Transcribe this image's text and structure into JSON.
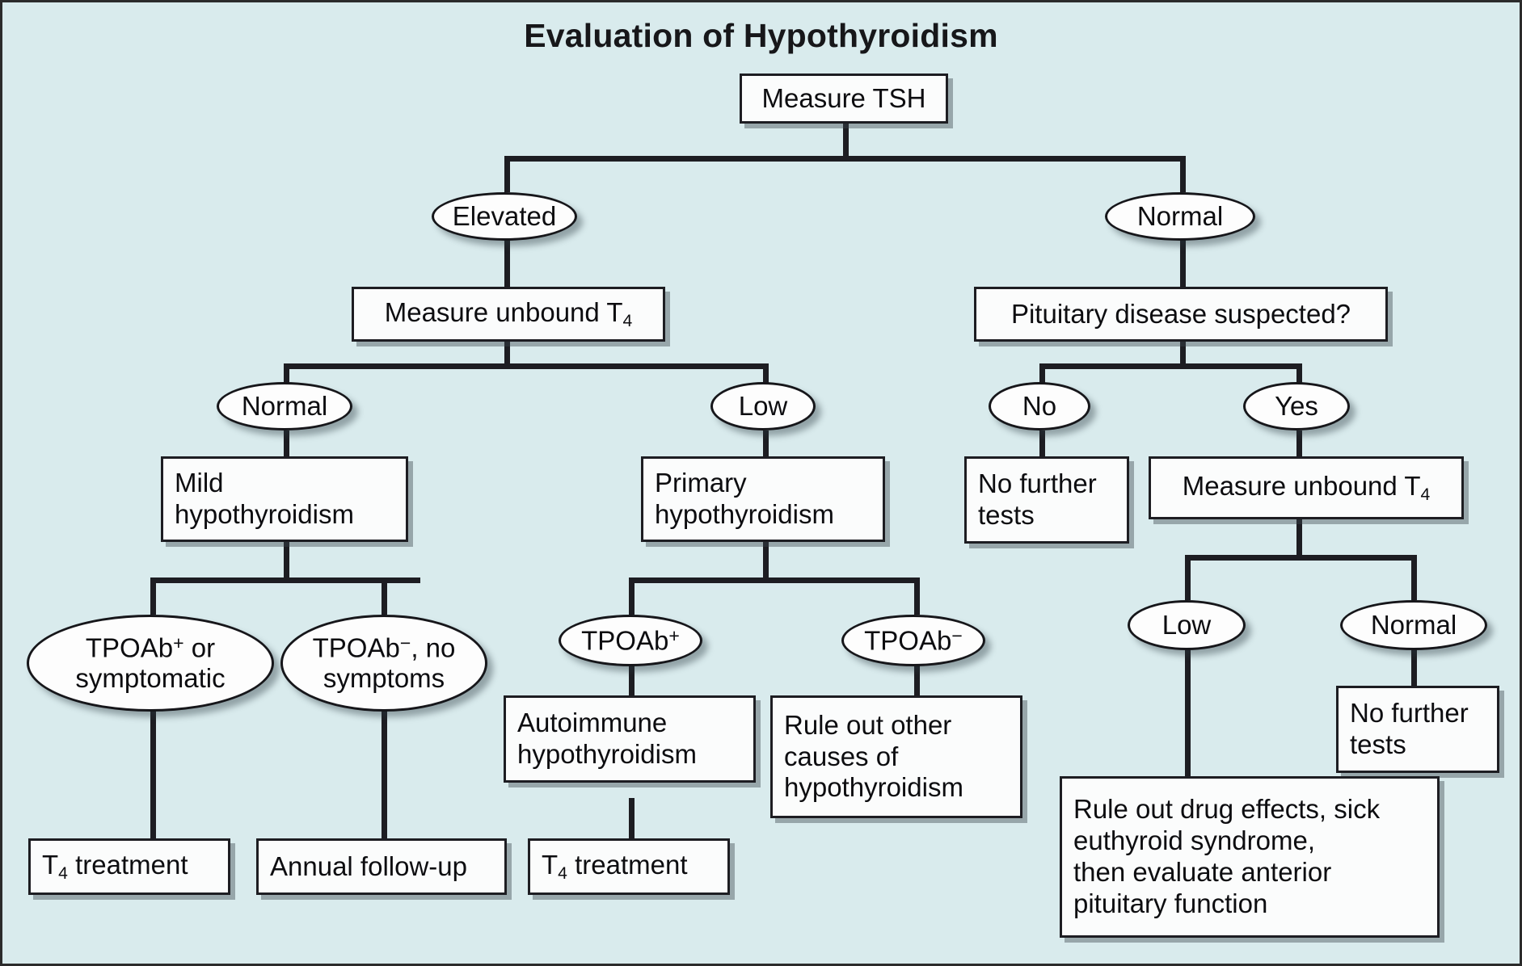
{
  "title": "Evaluation of Hypothyroidism",
  "colors": {
    "background": "#d9ebed",
    "node_fill": "#fbfcfc",
    "stroke": "#1d1d22",
    "text": "#0d0d10"
  },
  "chart_data": {
    "type": "diagram",
    "diagram_type": "decision-tree-flowchart",
    "title": "Evaluation of Hypothyroidism",
    "nodes": [
      {
        "id": "measure-tsh",
        "shape": "box",
        "label": "Measure TSH"
      },
      {
        "id": "elevated",
        "shape": "ellipse",
        "label": "Elevated"
      },
      {
        "id": "normal-tsh",
        "shape": "ellipse",
        "label": "Normal"
      },
      {
        "id": "measure-unbound-t4-left",
        "shape": "box",
        "label": "Measure unbound T4"
      },
      {
        "id": "pituitary-disease-suspected",
        "shape": "box",
        "label": "Pituitary disease suspected?"
      },
      {
        "id": "normal-t4",
        "shape": "ellipse",
        "label": "Normal"
      },
      {
        "id": "low-t4",
        "shape": "ellipse",
        "label": "Low"
      },
      {
        "id": "no",
        "shape": "ellipse",
        "label": "No"
      },
      {
        "id": "yes",
        "shape": "ellipse",
        "label": "Yes"
      },
      {
        "id": "mild-hypothyroidism",
        "shape": "box",
        "label": "Mild hypothyroidism"
      },
      {
        "id": "primary-hypothyroidism",
        "shape": "box",
        "label": "Primary hypothyroidism"
      },
      {
        "id": "no-further-tests-1",
        "shape": "box",
        "label": "No further tests"
      },
      {
        "id": "measure-unbound-t4-right",
        "shape": "box",
        "label": "Measure unbound T4"
      },
      {
        "id": "tpoab-pos-or-symptomatic",
        "shape": "ellipse",
        "label": "TPOAb+ or symptomatic"
      },
      {
        "id": "tpoab-neg-no-symptoms",
        "shape": "ellipse",
        "label": "TPOAb-, no symptoms"
      },
      {
        "id": "tpoab-pos",
        "shape": "ellipse",
        "label": "TPOAb+"
      },
      {
        "id": "tpoab-neg",
        "shape": "ellipse",
        "label": "TPOAb-"
      },
      {
        "id": "low-t4-right",
        "shape": "ellipse",
        "label": "Low"
      },
      {
        "id": "normal-t4-right",
        "shape": "ellipse",
        "label": "Normal"
      },
      {
        "id": "autoimmune-hypothyroidism",
        "shape": "box",
        "label": "Autoimmune hypothyroidism"
      },
      {
        "id": "rule-out-other-causes",
        "shape": "box",
        "label": "Rule out other causes of hypothyroidism"
      },
      {
        "id": "no-further-tests-2",
        "shape": "box",
        "label": "No further tests"
      },
      {
        "id": "t4-treatment-1",
        "shape": "box",
        "label": "T4 treatment"
      },
      {
        "id": "annual-follow-up",
        "shape": "box",
        "label": "Annual follow-up"
      },
      {
        "id": "t4-treatment-2",
        "shape": "box",
        "label": "T4 treatment"
      },
      {
        "id": "rule-out-drug-effects",
        "shape": "box",
        "label": "Rule out drug effects, sick euthyroid syndrome, then evaluate anterior pituitary function"
      }
    ],
    "edges": [
      {
        "from": "measure-tsh",
        "to": "elevated"
      },
      {
        "from": "measure-tsh",
        "to": "normal-tsh"
      },
      {
        "from": "elevated",
        "to": "measure-unbound-t4-left"
      },
      {
        "from": "normal-tsh",
        "to": "pituitary-disease-suspected"
      },
      {
        "from": "measure-unbound-t4-left",
        "to": "normal-t4"
      },
      {
        "from": "measure-unbound-t4-left",
        "to": "low-t4"
      },
      {
        "from": "pituitary-disease-suspected",
        "to": "no"
      },
      {
        "from": "pituitary-disease-suspected",
        "to": "yes"
      },
      {
        "from": "normal-t4",
        "to": "mild-hypothyroidism"
      },
      {
        "from": "low-t4",
        "to": "primary-hypothyroidism"
      },
      {
        "from": "no",
        "to": "no-further-tests-1"
      },
      {
        "from": "yes",
        "to": "measure-unbound-t4-right"
      },
      {
        "from": "mild-hypothyroidism",
        "to": "tpoab-pos-or-symptomatic"
      },
      {
        "from": "mild-hypothyroidism",
        "to": "tpoab-neg-no-symptoms"
      },
      {
        "from": "primary-hypothyroidism",
        "to": "tpoab-pos"
      },
      {
        "from": "primary-hypothyroidism",
        "to": "tpoab-neg"
      },
      {
        "from": "measure-unbound-t4-right",
        "to": "low-t4-right"
      },
      {
        "from": "measure-unbound-t4-right",
        "to": "normal-t4-right"
      },
      {
        "from": "tpoab-pos-or-symptomatic",
        "to": "t4-treatment-1"
      },
      {
        "from": "tpoab-neg-no-symptoms",
        "to": "annual-follow-up"
      },
      {
        "from": "tpoab-pos",
        "to": "autoimmune-hypothyroidism"
      },
      {
        "from": "tpoab-neg",
        "to": "rule-out-other-causes"
      },
      {
        "from": "autoimmune-hypothyroidism",
        "to": "t4-treatment-2"
      },
      {
        "from": "low-t4-right",
        "to": "rule-out-drug-effects"
      },
      {
        "from": "normal-t4-right",
        "to": "no-further-tests-2"
      }
    ]
  },
  "nodes": {
    "measure_tsh": "Measure TSH",
    "elevated": "Elevated",
    "normal_tsh": "Normal",
    "measure_unbound_t4_left_pre": "Measure unbound T",
    "measure_unbound_t4_sub": "4",
    "pituitary_disease_suspected": "Pituitary disease suspected?",
    "normal_t4": "Normal",
    "low_t4": "Low",
    "no": "No",
    "yes": "Yes",
    "mild_hypothyroidism": "Mild\nhypothyroidism",
    "primary_hypothyroidism": "Primary\nhypothyroidism",
    "no_further_tests_1": "No further\ntests",
    "measure_unbound_t4_right_pre": "Measure unbound T",
    "tpoab_prefix": "TPOAb",
    "tpoab_plus": "+",
    "tpoab_minus": "−",
    "tpoab_pos_or_symptomatic_tail": " or\nsymptomatic",
    "tpoab_neg_no_symptoms_tail": ", no\nsymptoms",
    "low_t4_right": "Low",
    "normal_t4_right": "Normal",
    "autoimmune_hypothyroidism": "Autoimmune\nhypothyroidism",
    "rule_out_other_causes": "Rule out other\ncauses of\nhypothyroidism",
    "no_further_tests_2": "No further\ntests",
    "t4_treatment_pre": "T",
    "t4_treatment_sub": "4",
    "t4_treatment_tail": " treatment",
    "annual_follow_up": "Annual follow-up",
    "rule_out_drug_effects": "Rule out drug effects, sick\neuthyroid syndrome,\nthen evaluate anterior\npituitary function"
  }
}
